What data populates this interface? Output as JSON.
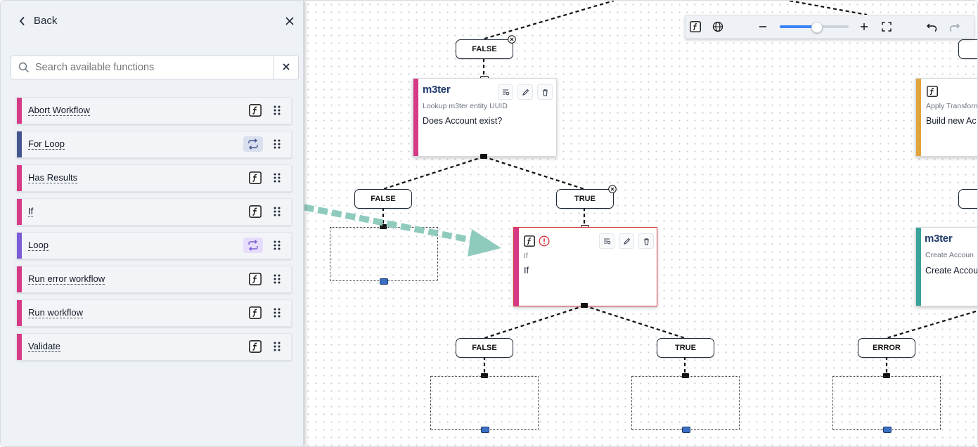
{
  "panel": {
    "back_label": "Back",
    "search_placeholder": "Search available functions",
    "functions": [
      {
        "label": "Abort Workflow",
        "color": "#d63a86",
        "icon": "function-icon"
      },
      {
        "label": "For Loop",
        "color": "#44558f",
        "icon": "loop-icon"
      },
      {
        "label": "Has Results",
        "color": "#d63a86",
        "icon": "function-icon"
      },
      {
        "label": "If",
        "color": "#d63a86",
        "icon": "function-icon"
      },
      {
        "label": "Loop",
        "color": "#7c5cd6",
        "icon": "loop-icon"
      },
      {
        "label": "Run error workflow",
        "color": "#d63a86",
        "icon": "function-icon"
      },
      {
        "label": "Run workflow",
        "color": "#d63a86",
        "icon": "function-icon"
      },
      {
        "label": "Validate",
        "color": "#d63a86",
        "icon": "function-icon"
      }
    ]
  },
  "canvas": {
    "labels": {
      "false": "FALSE",
      "true": "TRUE",
      "error": "ERROR"
    },
    "lookup_node": {
      "logo": "m3ter",
      "subtitle": "Lookup m3ter entity UUID",
      "title": "Does Account exist?"
    },
    "if_node": {
      "subtitle": "If",
      "title": "If"
    },
    "transform_node": {
      "subtitle": "Apply Transforn",
      "title": "Build new Ac"
    },
    "create_node": {
      "logo": "m3ter",
      "subtitle": "Create Accoun",
      "title": "Create Accou"
    }
  },
  "colors": {
    "accent_pink": "#d63a86",
    "accent_orange": "#e0a53a",
    "accent_teal": "#3aa39a",
    "error_red": "#d9363e",
    "drag_arrow": "#8fcbbd"
  },
  "toolbar": {
    "zoom_level": 0.53
  }
}
